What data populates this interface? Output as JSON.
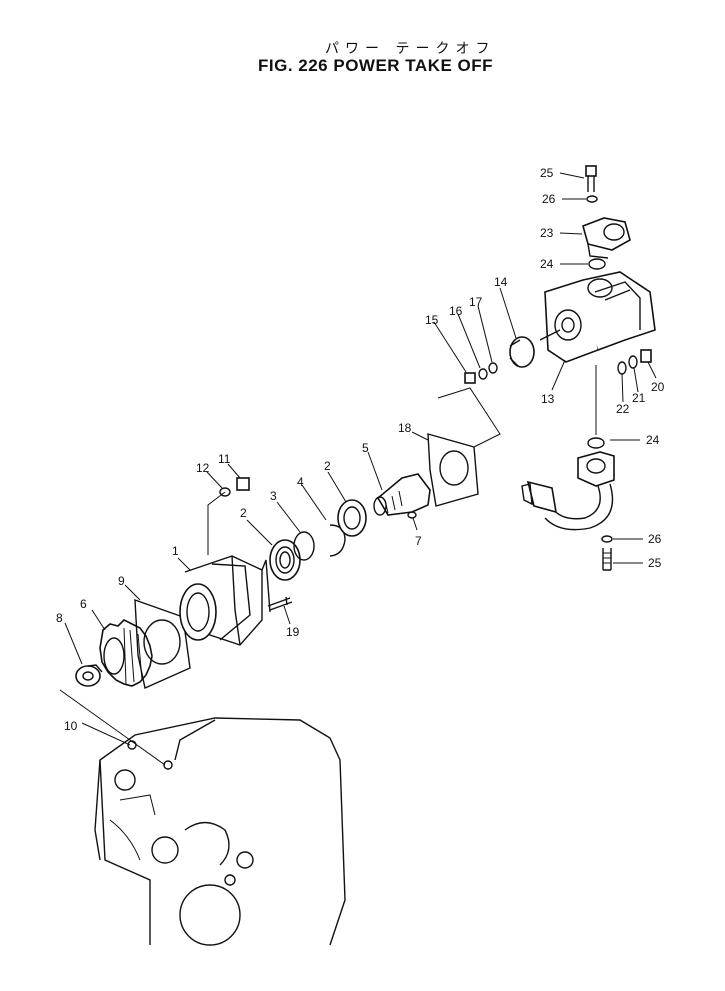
{
  "header": {
    "title_jp": "パワー テークオフ",
    "title_en": "FIG. 226 POWER TAKE OFF"
  },
  "callouts": [
    "1",
    "2",
    "2",
    "3",
    "4",
    "5",
    "6",
    "7",
    "8",
    "9",
    "10",
    "11",
    "12",
    "13",
    "14",
    "15",
    "16",
    "17",
    "18",
    "19",
    "20",
    "21",
    "22",
    "23",
    "24",
    "24",
    "25",
    "25",
    "26",
    "26"
  ]
}
